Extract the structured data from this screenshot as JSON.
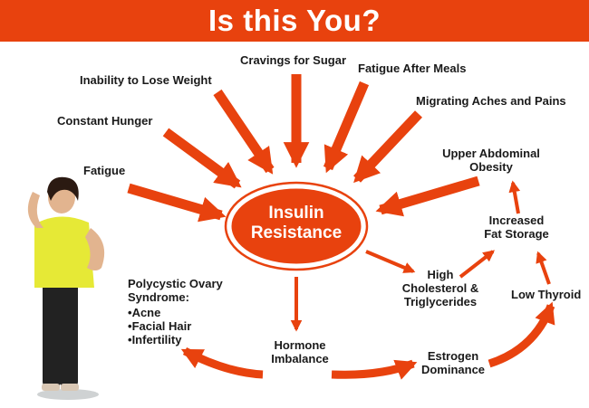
{
  "header": {
    "title": "Is this You?"
  },
  "center": {
    "line1": "Insulin",
    "line2": "Resistance"
  },
  "symptoms": {
    "cravings": "Cravings for Sugar",
    "inability": "Inability to Lose Weight",
    "fatigue_after_meals": "Fatigue After Meals",
    "migrating": "Migrating Aches and Pains",
    "constant_hunger": "Constant Hunger",
    "fatigue": "Fatigue",
    "upper_abdominal_l1": "Upper Abdominal",
    "upper_abdominal_l2": "Obesity",
    "increased_fat_l1": "Increased",
    "increased_fat_l2": "Fat Storage",
    "cholesterol_l1": "High",
    "cholesterol_l2": "Cholesterol &",
    "cholesterol_l3": "Triglycerides",
    "low_thyroid": "Low Thyroid",
    "hormone_l1": "Hormone",
    "hormone_l2": "Imbalance",
    "estrogen_l1": "Estrogen",
    "estrogen_l2": "Dominance"
  },
  "pcos": {
    "title_l1": "Polycystic Ovary",
    "title_l2": "Syndrome:",
    "items": [
      "Acne",
      "Facial Hair",
      "Infertility"
    ]
  },
  "colors": {
    "accent": "#e8420e",
    "text": "#1a1a1a"
  }
}
